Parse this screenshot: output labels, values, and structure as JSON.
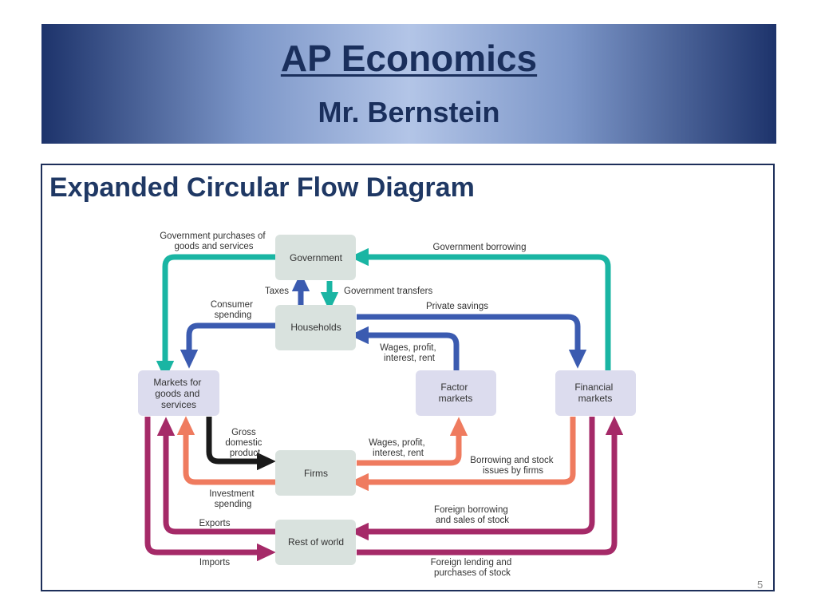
{
  "slide": {
    "title": "AP Economics",
    "subtitle": "Mr. Bernstein",
    "heading": "Expanded Circular Flow Diagram",
    "page_number": "5"
  },
  "colors": {
    "header_dark": "#1d336b",
    "header_light": "#b3c5e7",
    "title_text": "#1a2f5c",
    "teal_flow": "#1ab5a3",
    "blue_flow": "#3b5bb0",
    "salmon_flow": "#ef7b5f",
    "purple_flow": "#a52a68",
    "black_flow": "#1a1a1a",
    "node_fill": "#d9e2de",
    "market_fill": "#dcdcee"
  },
  "diagram": {
    "nodes": {
      "government": [
        "Government"
      ],
      "households": [
        "Households"
      ],
      "firms": [
        "Firms"
      ],
      "rest_of_world": [
        "Rest of world"
      ],
      "markets_goods": [
        "Markets for",
        "goods and",
        "services"
      ],
      "factor_markets": [
        "Factor",
        "markets"
      ],
      "financial_markets": [
        "Financial",
        "markets"
      ]
    },
    "flow_labels": {
      "gov_purchases": [
        "Government purchases of",
        "goods and services"
      ],
      "gov_borrowing": [
        "Government borrowing"
      ],
      "taxes": [
        "Taxes"
      ],
      "gov_transfers": [
        "Government transfers"
      ],
      "consumer_spending": [
        "Consumer",
        "spending"
      ],
      "private_savings": [
        "Private savings"
      ],
      "wages_top": [
        "Wages, profit,",
        "interest, rent"
      ],
      "gdp": [
        "Gross",
        "domestic",
        "product"
      ],
      "wages_bottom": [
        "Wages, profit,",
        "interest, rent"
      ],
      "borrowing_stock": [
        "Borrowing and stock",
        "issues by firms"
      ],
      "investment": [
        "Investment",
        "spending"
      ],
      "exports": [
        "Exports"
      ],
      "foreign_borrowing": [
        "Foreign borrowing",
        "and sales of stock"
      ],
      "imports": [
        "Imports"
      ],
      "foreign_lending": [
        "Foreign lending and",
        "purchases of stock"
      ]
    }
  }
}
